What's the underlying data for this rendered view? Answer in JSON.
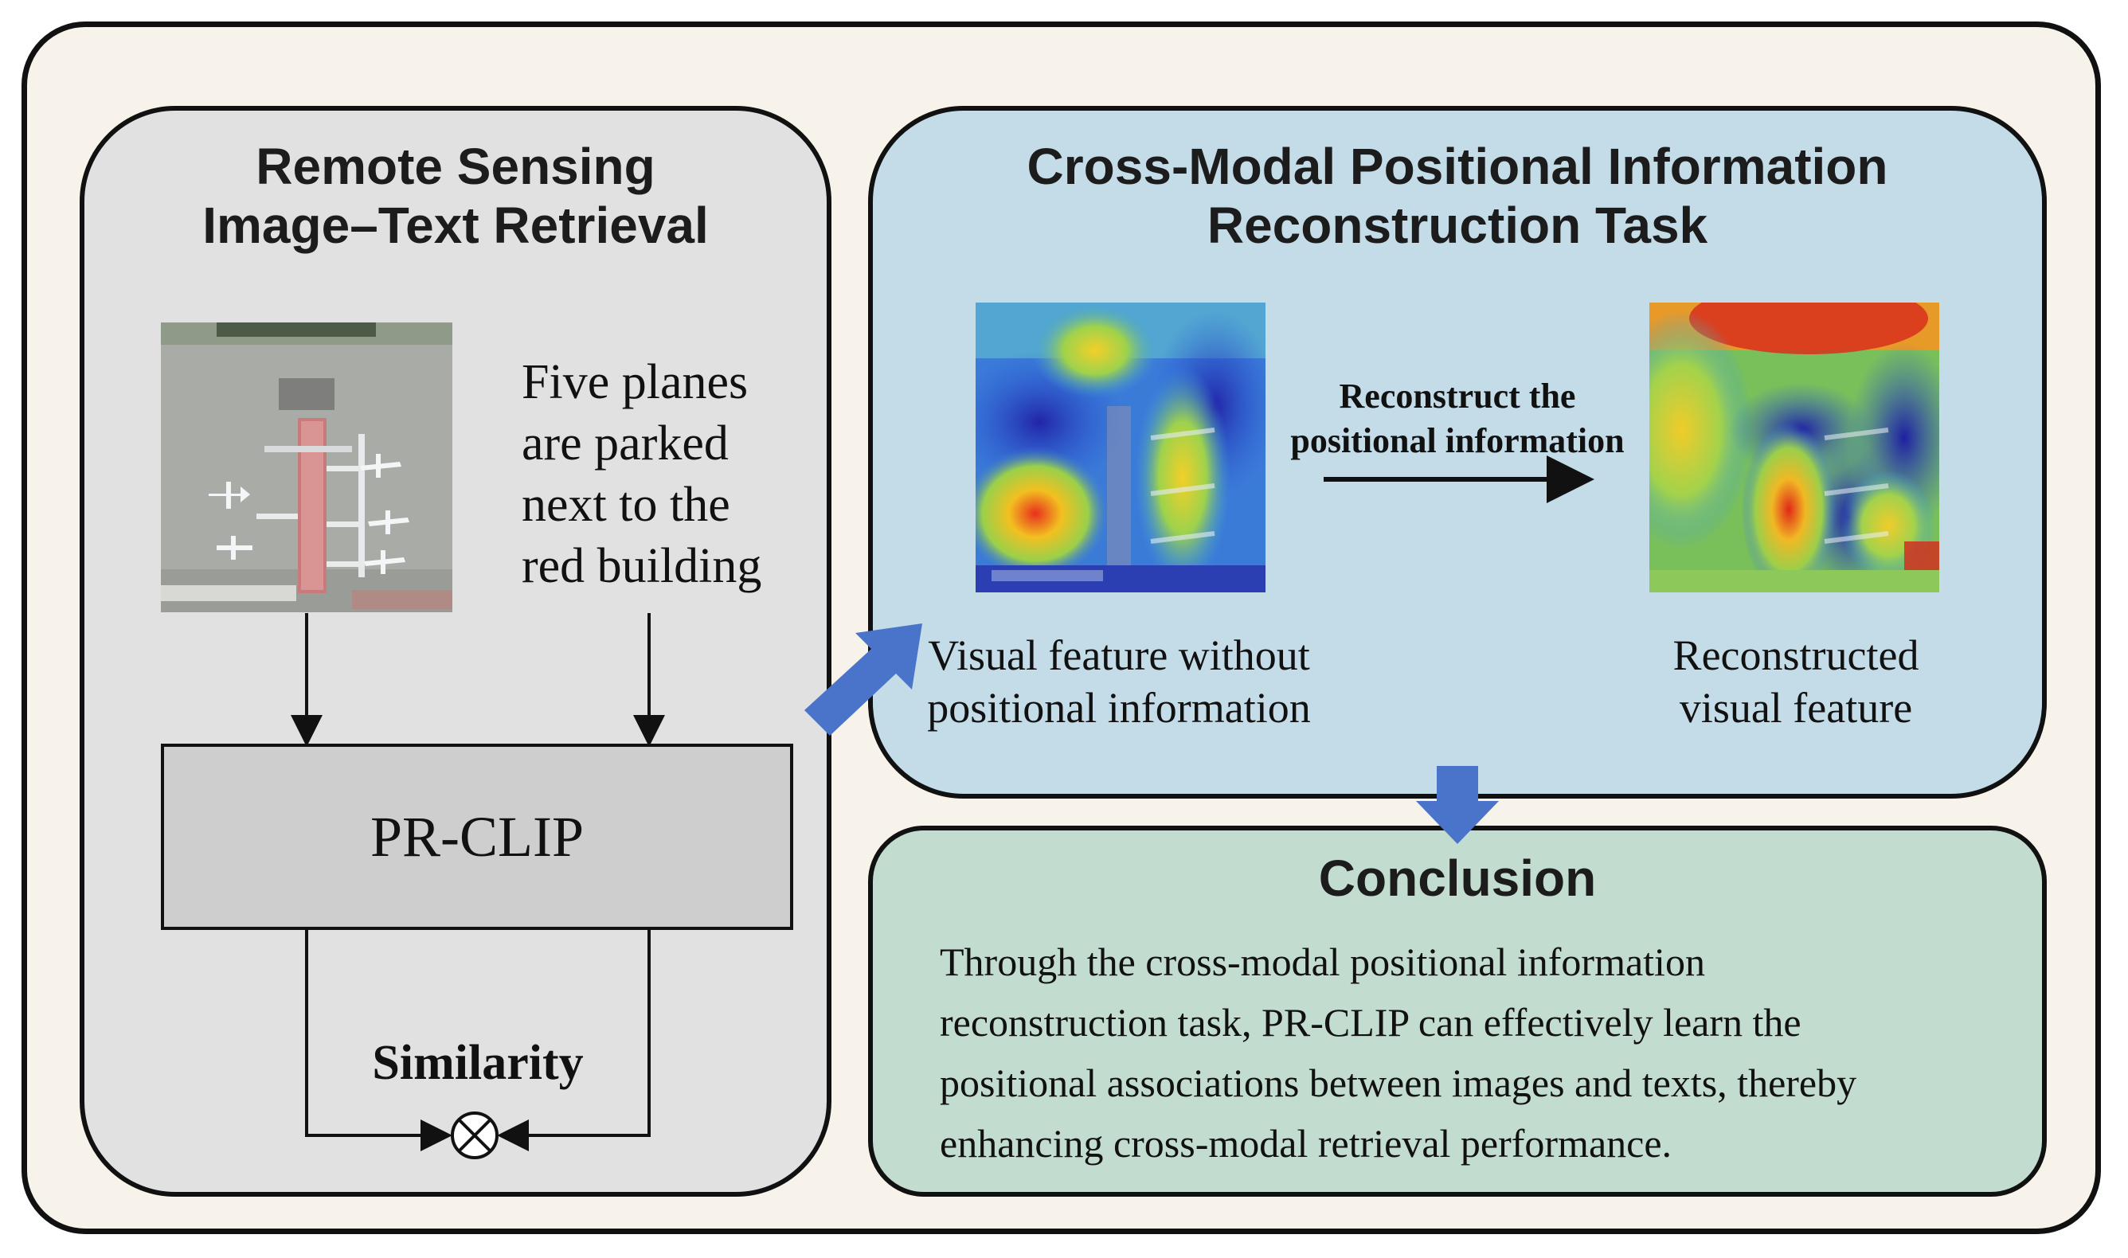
{
  "left_panel": {
    "title_lines": [
      "Remote Sensing",
      "Image–Text Retrieval"
    ],
    "caption_lines": [
      "Five planes",
      "are parked",
      "next to the",
      "red building"
    ],
    "model_label": "PR-CLIP",
    "similarity_label": "Similarity",
    "image_content": "aerial airport image with red terminal building and parked planes"
  },
  "right_panel": {
    "title_lines": [
      "Cross-Modal Positional Information",
      "Reconstruction Task"
    ],
    "arrow_label_lines": [
      "Reconstruct the",
      "positional information"
    ],
    "left_caption_lines": [
      "Visual feature without",
      "positional information"
    ],
    "right_caption_lines": [
      "Reconstructed",
      "visual feature"
    ]
  },
  "conclusion": {
    "title": "Conclusion",
    "body_lines": [
      "Through the cross-modal positional information",
      "reconstruction task, PR-CLIP can effectively learn the",
      "positional associations between images and texts, thereby",
      "enhancing cross-modal retrieval performance."
    ]
  },
  "colors": {
    "page_background": "#f7f3ea",
    "left_panel": "#e1e1e1",
    "right_panel": "#c3dce8",
    "conclusion_panel": "#c2dcd0",
    "model_box": "#cecece",
    "flow_arrow": "#4a74c9"
  }
}
